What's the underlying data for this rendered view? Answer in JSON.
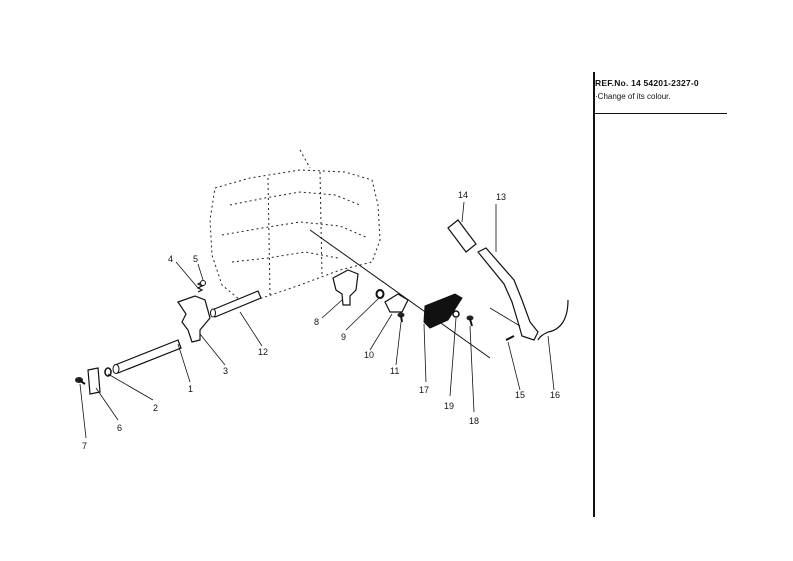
{
  "reference": {
    "title": "REF.No. 14 54201-2327-0",
    "note": "·Change of its colour."
  },
  "callouts": [
    "1",
    "2",
    "3",
    "4",
    "5",
    "6",
    "7",
    "8",
    "9",
    "10",
    "11",
    "12",
    "13",
    "14",
    "15",
    "16",
    "17",
    "18",
    "19"
  ]
}
